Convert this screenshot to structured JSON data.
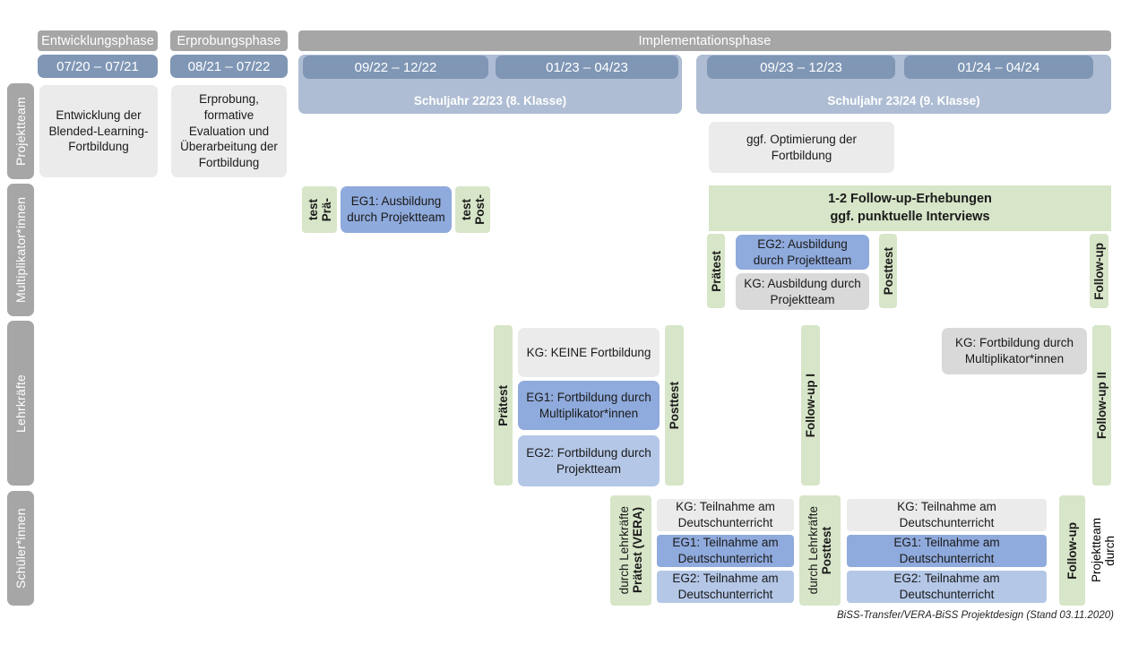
{
  "phases": [
    {
      "label": "Entwicklungsphase"
    },
    {
      "label": "Erprobungsphase"
    },
    {
      "label": "Implementationsphase"
    }
  ],
  "dates": {
    "dev": "07/20 – 07/21",
    "pilot": "08/21 – 07/22",
    "impl_1": "09/22 – 12/22",
    "impl_2": "01/23 – 04/23",
    "impl_3": "09/23 – 12/23",
    "impl_4": "01/24 – 04/24"
  },
  "schoolyears": {
    "y1": "Schuljahr 22/23 (8. Klasse)",
    "y2": "Schuljahr 23/24 (9. Klasse)"
  },
  "roles": {
    "projektteam": "Projektteam",
    "multiplikatoren": "Multiplikator*innen",
    "lehrkraefte": "Lehrkräfte",
    "schueler": "Schüler*innen"
  },
  "projektteam_row": {
    "dev_task": "Entwicklung der Blended-Learning-Fortbildung",
    "pilot_task": "Erprobung, formative Evaluation und Überarbeitung der Fortbildung",
    "optimize_task": "ggf. Optimierung der Fortbildung"
  },
  "multiplikator_row": {
    "praetest_1": "Prä-\ntest",
    "praetest_1_line1": "Prä-",
    "praetest_1_line2": "test",
    "eg1": "EG1: Ausbildung durch Projektteam",
    "posttest_1_line1": "Post-",
    "posttest_1_line2": "test",
    "followup_banner_line1": "1-2 Follow-up-Erhebungen",
    "followup_banner_line2": "ggf. punktuelle Interviews",
    "praetest_2": "Prätest",
    "eg2": "EG2: Ausbildung durch Projektteam",
    "kg": "KG: Ausbildung durch Projektteam",
    "posttest_2": "Posttest",
    "followup": "Follow-up"
  },
  "lehrkraefte_row": {
    "praetest": "Prätest",
    "kg": "KG:  KEINE Fortbildung",
    "eg1": "EG1: Fortbildung durch Multiplikator*innen",
    "eg2": "EG2: Fortbildung durch Projektteam",
    "posttest": "Posttest",
    "followup_1": "Follow-up I",
    "kg_2": "KG: Fortbildung durch Multiplikator*innen",
    "followup_2": "Follow-up II"
  },
  "schueler_row": {
    "praetest_bold": "Prätest (VERA)",
    "praetest_reg": "durch Lehrkräfte",
    "kg_1": "KG: Teilnahme am Deutschunterricht",
    "eg1_1": "EG1: Teilnahme am Deutschunterricht",
    "eg2_1": "EG2: Teilnahme am Deutschunterricht",
    "posttest_bold": "Posttest",
    "posttest_reg": "durch Lehrkräfte",
    "kg_2": "KG: Teilnahme am Deutschunterricht",
    "eg1_2": "EG1: Teilnahme am Deutschunterricht",
    "eg2_2": "EG2: Teilnahme am Deutschunterricht",
    "followup_bold": "Follow-up",
    "followup_reg1": "durch",
    "followup_reg2": "Projektteam"
  },
  "footer": {
    "text": "BiSS-Transfer/VERA-BiSS Projektdesign (Stand 03.11.2020)"
  },
  "colors": {
    "phase_grey": "#a6a6a6",
    "date_blue": "#7f96b5",
    "schoolyear_blue": "#aebdd3",
    "box_grey_light": "#ebebeb",
    "box_grey": "#d9d9d9",
    "blue_mid": "#8faadc",
    "blue_light": "#b4c7e7",
    "green": "#d7e5c8"
  }
}
